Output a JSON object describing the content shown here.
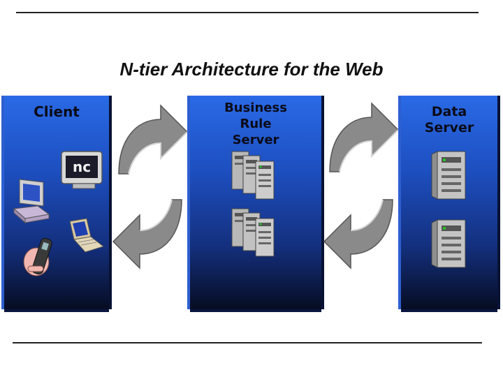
{
  "title": "N-tier Architecture for the Web",
  "panels": {
    "client": {
      "label": "Client"
    },
    "business": {
      "label_lines": [
        "Business",
        "Rule",
        "Server"
      ]
    },
    "data": {
      "label_lines": [
        "Data",
        "Server"
      ]
    }
  },
  "client_logo_text": "nc",
  "colors": {
    "panel_top": "#2a6ae6",
    "panel_bottom": "#060c22",
    "arrow_gray": "#8a8a8a",
    "server_gray": "#b8b8b8"
  }
}
